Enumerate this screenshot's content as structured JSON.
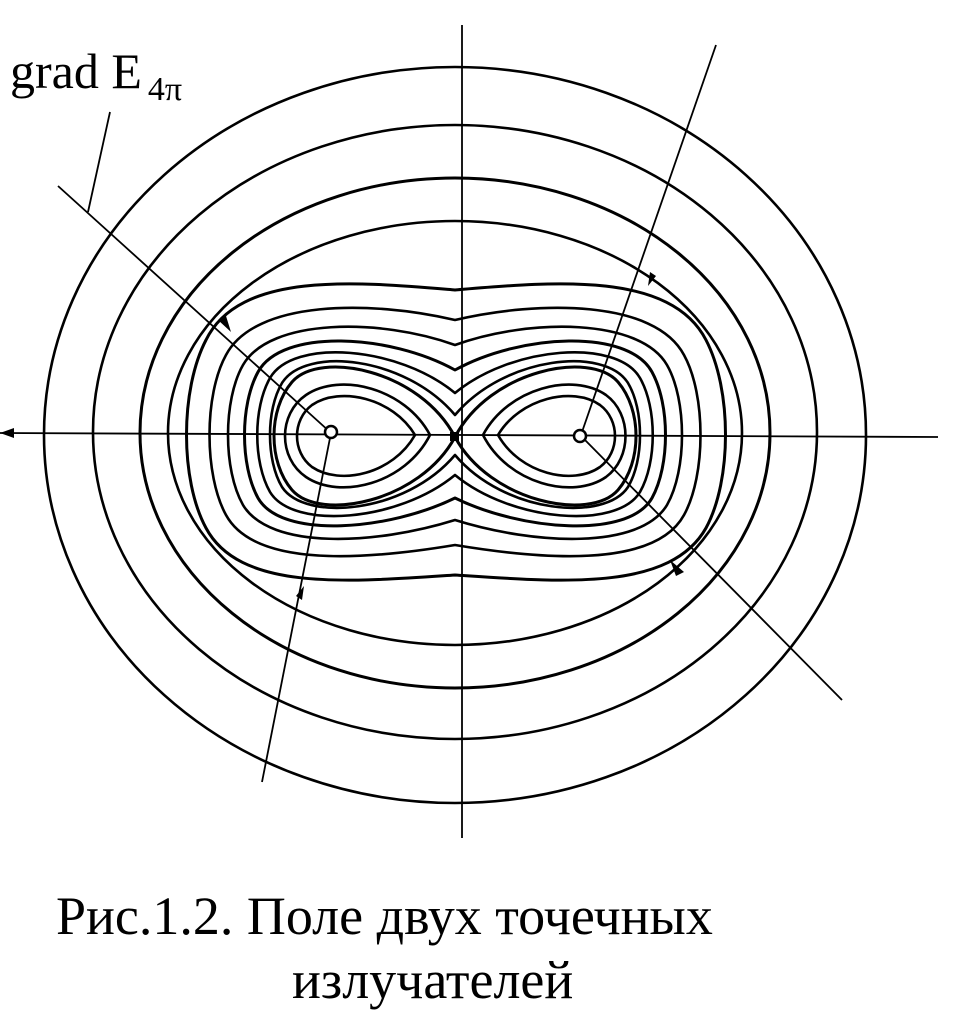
{
  "label": {
    "main": "grad E",
    "subscript": "4π"
  },
  "caption": {
    "line1": "Рис.1.2. Поле двух точечных",
    "line2": "излучателей"
  },
  "colors": {
    "ink": "#000000",
    "paper": "#ffffff"
  }
}
